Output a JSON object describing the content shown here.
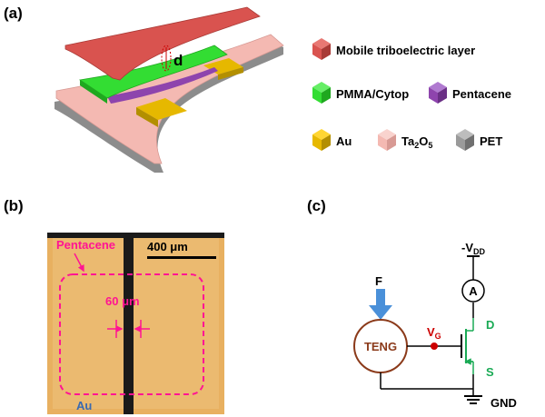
{
  "panels": {
    "a": "(a)",
    "b": "(b)",
    "c": "(c)"
  },
  "device": {
    "gap_label": "d"
  },
  "legend": [
    {
      "text": "Mobile triboelectric layer",
      "color": "#d9534f"
    },
    {
      "text": "PMMA/Cytop",
      "color": "#33dd33"
    },
    {
      "text": "Pentacene",
      "color": "#8e44ad"
    },
    {
      "text": "Au",
      "color": "#e6b800"
    },
    {
      "text_main": "Ta",
      "text_sub1": "2",
      "text_mid": "O",
      "text_sub2": "5",
      "color": "#f4b9b2"
    },
    {
      "text": "PET",
      "color": "#9a9a9a"
    }
  ],
  "micrograph": {
    "scale_bar": "400 μm",
    "pentacene_label": "Pentacene",
    "channel_label": "60 μm",
    "au_label": "Au",
    "colors": {
      "background": "#e8b060",
      "channel": "#1a1a1a",
      "pentacene": "#ff1493",
      "au": "#3a6ab0"
    }
  },
  "circuit": {
    "force": "F",
    "teng": "TENG",
    "vg_main": "V",
    "vg_sub": "G",
    "vdd_prefix": "-V",
    "vdd_sub": "DD",
    "ammeter": "A",
    "drain": "D",
    "source": "S",
    "ground": "GND",
    "colors": {
      "teng": "#8b3a1a",
      "vg": "#cc0000",
      "transistor": "#1aaa55",
      "force": "#4a90d9"
    }
  }
}
